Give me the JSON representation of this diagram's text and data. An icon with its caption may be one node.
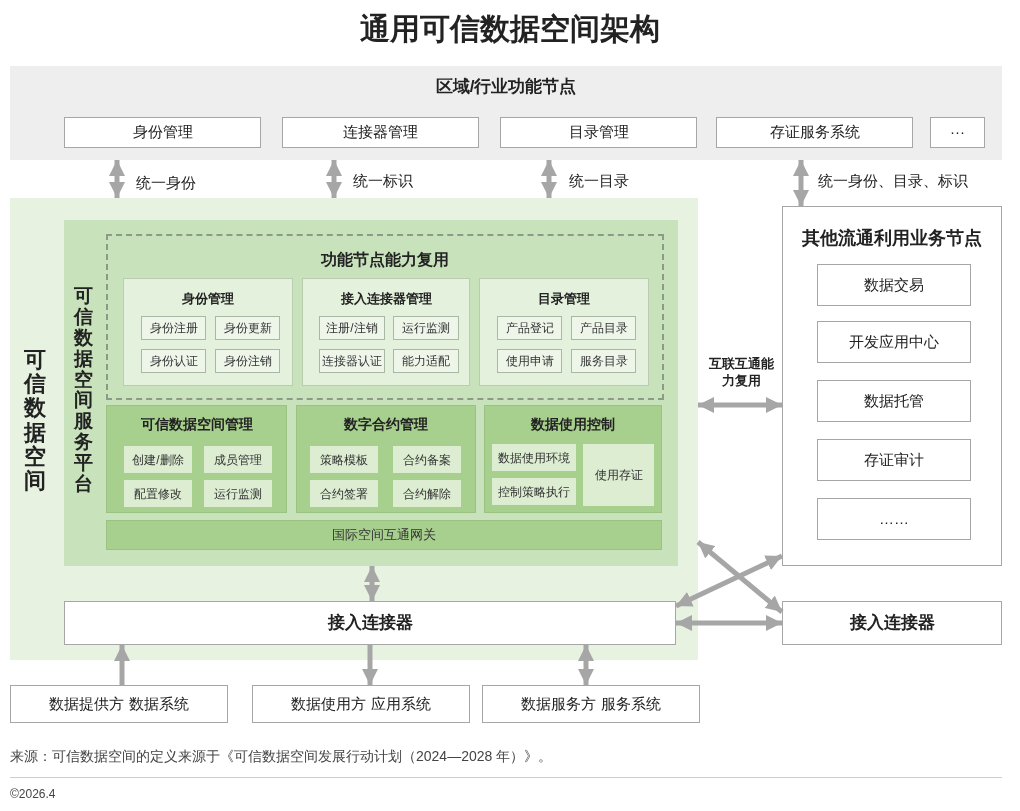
{
  "diagram": {
    "title": "通用可信数据空间架构",
    "nodes": [
      {
        "text": [
          "区域/行业功能节点"
        ]
      },
      {
        "text": [
          "身份管理"
        ],
        "in": 0
      },
      {
        "text": [
          "连接器管理"
        ],
        "in": 0
      },
      {
        "text": [
          "目录管理"
        ],
        "in": 0
      },
      {
        "text": [
          "存证服务系统"
        ],
        "in": 0
      },
      {
        "text": [
          "···"
        ],
        "in": 0
      },
      {
        "text": [
          "可信数据空间"
        ]
      },
      {
        "text": [
          "可信数据空间服务平台"
        ],
        "in": 6
      },
      {
        "text": [
          "功能节点能力复用"
        ],
        "in": 7
      },
      {
        "text": [
          "身份管理"
        ],
        "in": 8
      },
      {
        "text": [
          "身份注册"
        ],
        "in": 9
      },
      {
        "text": [
          "身份更新"
        ],
        "in": 9
      },
      {
        "text": [
          "身份认证"
        ],
        "in": 9
      },
      {
        "text": [
          "身份注销"
        ],
        "in": 9
      },
      {
        "text": [
          "接入连接器管理"
        ],
        "in": 8
      },
      {
        "text": [
          "注册/注销"
        ],
        "in": 14
      },
      {
        "text": [
          "运行监测"
        ],
        "in": 14
      },
      {
        "text": [
          "连接器认证"
        ],
        "in": 14
      },
      {
        "text": [
          "能力适配"
        ],
        "in": 14
      },
      {
        "text": [
          "目录管理"
        ],
        "in": 8
      },
      {
        "text": [
          "产品登记"
        ],
        "in": 19
      },
      {
        "text": [
          "产品目录"
        ],
        "in": 19
      },
      {
        "text": [
          "使用申请"
        ],
        "in": 19
      },
      {
        "text": [
          "服务目录"
        ],
        "in": 19
      },
      {
        "text": [
          "可信数据空间管理"
        ],
        "in": 7
      },
      {
        "text": [
          "创建/删除"
        ],
        "in": 24
      },
      {
        "text": [
          "成员管理"
        ],
        "in": 24
      },
      {
        "text": [
          "配置修改"
        ],
        "in": 24
      },
      {
        "text": [
          "运行监测"
        ],
        "in": 24
      },
      {
        "text": [
          "数字合约管理"
        ],
        "in": 7
      },
      {
        "text": [
          "策略模板"
        ],
        "in": 29
      },
      {
        "text": [
          "合约备案"
        ],
        "in": 29
      },
      {
        "text": [
          "合约签署"
        ],
        "in": 29
      },
      {
        "text": [
          "合约解除"
        ],
        "in": 29
      },
      {
        "text": [
          "数据使用控制"
        ],
        "in": 7
      },
      {
        "text": [
          "数据使用环境"
        ],
        "in": 34
      },
      {
        "text": [
          "控制策略执行"
        ],
        "in": 34
      },
      {
        "text": [
          "使用存证"
        ],
        "in": 34
      },
      {
        "text": [
          "国际空间互通网关"
        ],
        "in": 7
      },
      {
        "text": [
          "接入连接器"
        ],
        "in": 6
      },
      {
        "text": [
          "其他流通利用业务节点"
        ]
      },
      {
        "text": [
          "数据交易"
        ],
        "in": 40
      },
      {
        "text": [
          "开发应用中心"
        ],
        "in": 40
      },
      {
        "text": [
          "数据托管"
        ],
        "in": 40
      },
      {
        "text": [
          "存证审计"
        ],
        "in": 40
      },
      {
        "text": [
          "……"
        ],
        "in": 40
      },
      {
        "text": [
          "接入连接器"
        ]
      },
      {
        "text": [
          "数据提供方 数据系统"
        ]
      },
      {
        "text": [
          "数据使用方 应用系统"
        ]
      },
      {
        "text": [
          "数据服务方 服务系统"
        ]
      }
    ],
    "edges": [
      {
        "from": 0,
        "to": 6,
        "arrow": "both",
        "label": "统一身份"
      },
      {
        "from": 0,
        "to": 6,
        "arrow": "both",
        "label": "统一标识"
      },
      {
        "from": 0,
        "to": 6,
        "arrow": "both",
        "label": "统一目录"
      },
      {
        "from": 0,
        "to": 40,
        "arrow": "both",
        "label": "统一身份、目录、标识"
      },
      {
        "from": 6,
        "to": 40,
        "arrow": "both",
        "label": "互联互通能力复用"
      },
      {
        "from": 6,
        "to": 46,
        "arrow": "both"
      },
      {
        "from": 39,
        "to": 40,
        "arrow": "both"
      },
      {
        "from": 39,
        "to": 46,
        "arrow": "both"
      },
      {
        "from": 7,
        "to": 39,
        "arrow": "both"
      },
      {
        "from": 47,
        "to": 39,
        "arrow": "to"
      },
      {
        "from": 39,
        "to": 48,
        "arrow": "to"
      },
      {
        "from": 39,
        "to": 49,
        "arrow": "both"
      }
    ],
    "labels": [
      "来源：可信数据空间的定义来源于《可信数据空间发展行动计划（2024—2028 年）》。",
      "©2026.4"
    ]
  }
}
